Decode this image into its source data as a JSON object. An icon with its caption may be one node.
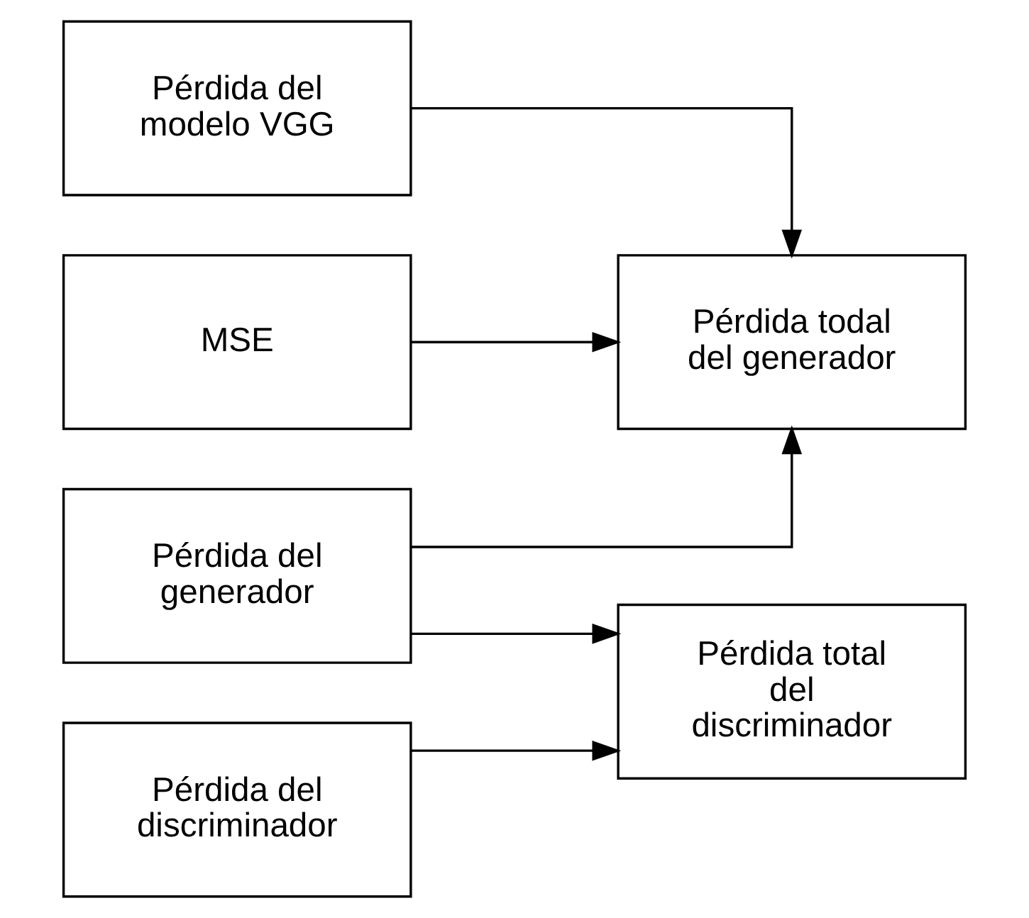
{
  "diagram": {
    "nodes": [
      {
        "text": [
          "Pérdida del modelo VGG"
        ]
      },
      {
        "text": [
          "MSE"
        ]
      },
      {
        "text": [
          "Pérdida todal del generador"
        ]
      },
      {
        "text": [
          "Pérdida del generador"
        ]
      },
      {
        "text": [
          "Pérdida total del discriminador"
        ]
      },
      {
        "text": [
          "Pérdida del discriminador"
        ]
      }
    ],
    "edges": [
      {
        "from": 0,
        "to": 2,
        "arrow": "to"
      },
      {
        "from": 1,
        "to": 2,
        "arrow": "to"
      },
      {
        "from": 3,
        "to": 2,
        "arrow": "to"
      },
      {
        "from": 3,
        "to": 4,
        "arrow": "to"
      },
      {
        "from": 5,
        "to": 4,
        "arrow": "to"
      }
    ]
  }
}
